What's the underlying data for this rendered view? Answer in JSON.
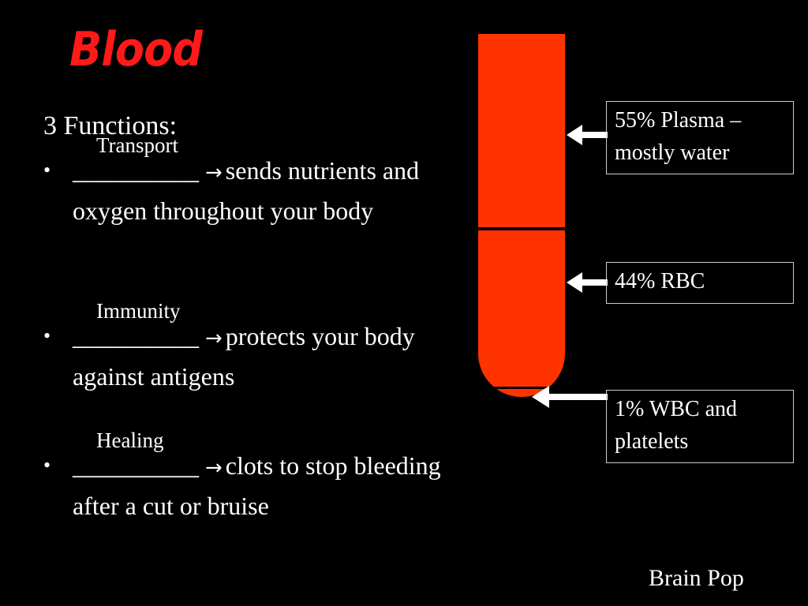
{
  "title": "Blood",
  "subtitle": "3 Functions:",
  "bullets": [
    {
      "marker": "•",
      "blank": "__________",
      "answer": "Transport",
      "arrow": "→",
      "text": "sends nutrients and oxygen throughout your body"
    },
    {
      "marker": "•",
      "blank": "__________",
      "answer": "Immunity",
      "arrow": "→",
      "text": "protects your body against antigens"
    },
    {
      "marker": "•",
      "blank": "__________",
      "answer": "Healing",
      "arrow": "→",
      "text": "clots to stop bleeding after a cut or bruise"
    }
  ],
  "labels": [
    {
      "text": "55% Plasma – mostly water"
    },
    {
      "text": "44% RBC"
    },
    {
      "text": "1% WBC and platelets"
    }
  ],
  "footer": "Brain Pop",
  "colors": {
    "title": "#ff1a1a",
    "tube": "#ff3300",
    "background": "#000000"
  }
}
